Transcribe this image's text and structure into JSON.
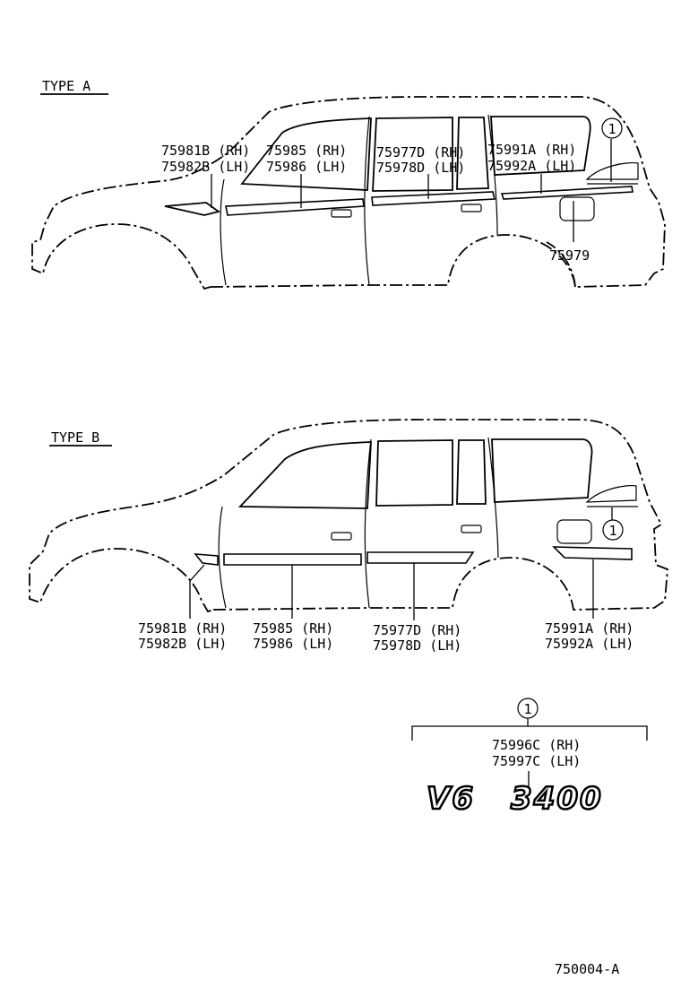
{
  "type_a": {
    "title": "TYPE A",
    "labels": {
      "fender_rh": "75981B (RH)",
      "fender_lh": "75982B (LH)",
      "front_door_rh": "75985 (RH)",
      "front_door_lh": "75986 (LH)",
      "rear_door_rh": "75977D (RH)",
      "rear_door_lh": "75978D (LH)",
      "quarter_rh": "75991A (RH)",
      "quarter_lh": "75992A (LH)",
      "fuel_lid": "75979",
      "callout": "1"
    }
  },
  "type_b": {
    "title": "TYPE B",
    "labels": {
      "fender_rh": "75981B (RH)",
      "fender_lh": "75982B (LH)",
      "front_door_rh": "75985 (RH)",
      "front_door_lh": "75986 (LH)",
      "rear_door_rh": "75977D (RH)",
      "rear_door_lh": "75978D (LH)",
      "quarter_rh": "75991A (RH)",
      "quarter_lh": "75992A (LH)",
      "callout": "1"
    }
  },
  "detail": {
    "callout": "1",
    "part_rh": "75996C (RH)",
    "part_lh": "75997C (LH)",
    "emblem_v6": "V6",
    "emblem_num": "3400"
  },
  "drawing_number": "750004-A"
}
